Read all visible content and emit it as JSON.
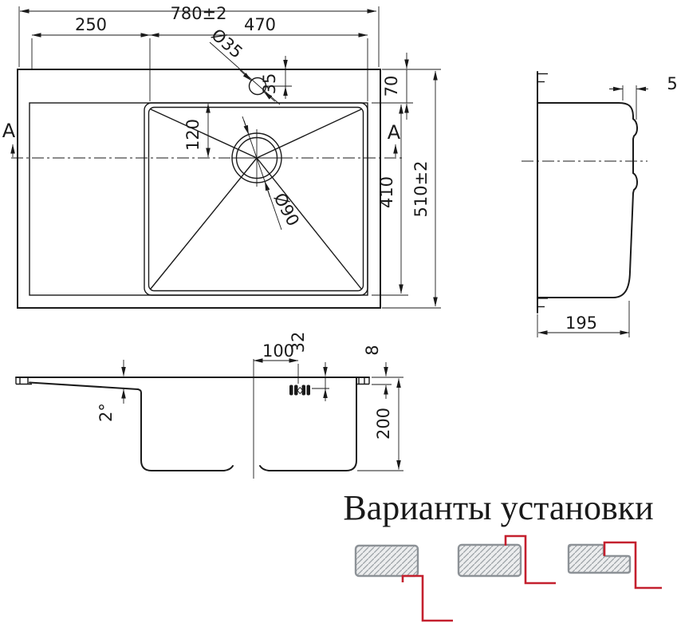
{
  "drawing": {
    "top_view": {
      "overall_width": "780±2",
      "drainboard_width": "250",
      "bowl_width": "470",
      "faucet_hole_dia": "Ø35",
      "faucet_hole_offset": "35",
      "rim_to_bowl": "70",
      "bowl_top_to_drain": "120",
      "drain_dia": "Ø90",
      "bowl_length": "410",
      "overall_depth": "510±2",
      "section_label": "A"
    },
    "side_view": {
      "clip_offset": "5",
      "body_depth": "195"
    },
    "section_view": {
      "drain_to_overflow": "100",
      "overflow_offset": "32",
      "flange_height": "8",
      "bowl_depth": "200",
      "drainboard_slope": "2°"
    },
    "variants": {
      "title": "Варианты установки"
    }
  },
  "colors": {
    "line": "#1a1a1a",
    "red": "#c4202e",
    "hatch_fill": "#ecedee",
    "hatch_line": "#9aa0a5",
    "border_gray": "#8d9297"
  }
}
